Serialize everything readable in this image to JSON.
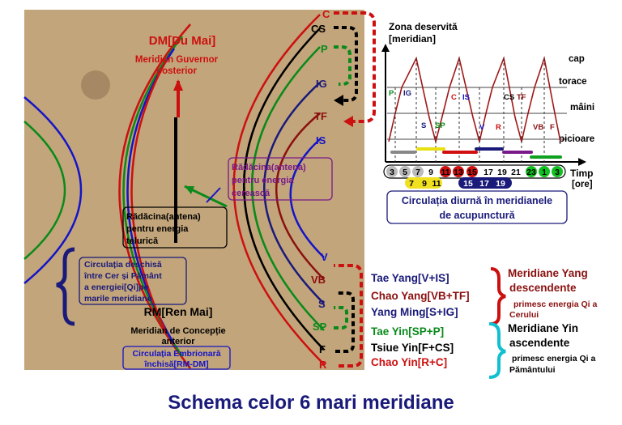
{
  "title": "Schema celor 6 mari meridiane",
  "colors": {
    "red": "#cc1010",
    "darkred": "#8b1010",
    "green": "#0a8a1a",
    "navy": "#1a1a7a",
    "blue": "#1414c8",
    "black": "#000000",
    "purple": "#7a1a8a",
    "cyan": "#10c0d0",
    "parchment": "#c8ab82"
  },
  "left": {
    "dm_title": "DM[Du Mai]",
    "dm_sub1": "Meridian Guvernor",
    "dm_sub2": "posterior",
    "root_celestial": [
      "Rădăcina(antena)",
      "pentru energia",
      "cerească"
    ],
    "root_telluric": [
      "Rădăcina(antena)",
      "pentru energia",
      "telurică"
    ],
    "open_circ": [
      "Circulația deschisă",
      "între Cer și Pământ",
      "a energiei[Qi]pe",
      "marile meridiane"
    ],
    "rm_title": "RM[Ren Mai]",
    "rm_sub1": "Meridian de Concepție",
    "rm_sub2": "anterior",
    "embryo": [
      "Circulația Embrionară",
      "închisă[RM-DM]"
    ]
  },
  "labels_top": [
    {
      "text": "C",
      "color": "#cc1010"
    },
    {
      "text": "CS",
      "color": "#000000"
    },
    {
      "text": "P",
      "color": "#0a8a1a"
    },
    {
      "text": "IG",
      "color": "#1a1a7a"
    },
    {
      "text": "TF",
      "color": "#8b1010"
    },
    {
      "text": "IS",
      "color": "#1414c8"
    }
  ],
  "labels_bottom": [
    {
      "text": "V",
      "color": "#1414c8"
    },
    {
      "text": "VB",
      "color": "#8b1010"
    },
    {
      "text": "S",
      "color": "#1a1a7a"
    },
    {
      "text": "SP",
      "color": "#0a8a1a"
    },
    {
      "text": "F",
      "color": "#000000"
    },
    {
      "text": "R",
      "color": "#cc1010"
    }
  ],
  "chart": {
    "ylabel1": "Zona deservită",
    "ylabel2": "[meridian]",
    "levels": [
      "cap",
      "torace",
      "mâini",
      "picioare"
    ],
    "xlabel1": "Timp",
    "xlabel2": "[ore]",
    "peak_labels": [
      "P",
      "IG",
      "S",
      "SP",
      "C",
      "IS",
      "V",
      "R",
      "CS",
      "TF",
      "VB",
      "F"
    ],
    "hours_row1": [
      "3",
      "5",
      "7",
      "9",
      "11",
      "13",
      "15",
      "17",
      "19",
      "21",
      "23",
      "1",
      "3"
    ],
    "hours_row2": [
      "7",
      "9",
      "11",
      "15",
      "17",
      "19"
    ],
    "caption1": "Circulația diurnă în meridianele",
    "caption2": "de acupunctură"
  },
  "yang": {
    "items": [
      {
        "text": "Tae Yang[V+IS]",
        "color": "#1a1a7a"
      },
      {
        "text": "Chao Yang[VB+TF]",
        "color": "#8b1010"
      },
      {
        "text": "Yang Ming[S+IG]",
        "color": "#1a1a7a"
      }
    ],
    "heading1": "Meridiane Yang",
    "heading2": "descendente",
    "note1": "primesc energia Qi a",
    "note2": "Cerului"
  },
  "yin": {
    "items": [
      {
        "text": "Tae Yin[SP+P]",
        "color": "#0a8a1a"
      },
      {
        "text": "Tsiue Yin[F+CS]",
        "color": "#000000"
      },
      {
        "text": "Chao Yin[R+C]",
        "color": "#cc1010"
      }
    ],
    "heading1": "Meridiane Yin",
    "heading2": "ascendente",
    "note1": "primesc energia Qi a",
    "note2": "Pământului"
  }
}
